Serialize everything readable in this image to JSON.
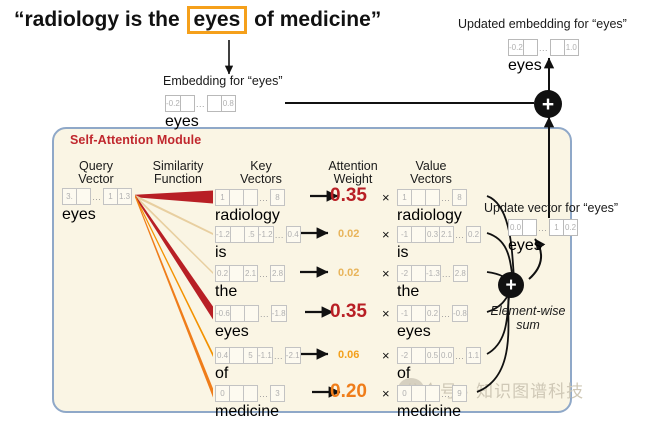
{
  "headline": {
    "prefix": "“radiology is the ",
    "highlight": "eyes",
    "suffix": " of medicine”",
    "highlight_color": "#f5a01b"
  },
  "labels": {
    "embedding_for_eyes": "Embedding for “eyes”",
    "updated_embedding_for_eyes": "Updated embedding for “eyes”",
    "update_vector_for_eyes": "Update vector for “eyes”",
    "element_wise_sum_line1": "Element-wise",
    "element_wise_sum_line2": "sum",
    "plus_glyph": "+"
  },
  "panel": {
    "title": "Self-Attention Module",
    "accent_color": "#c0272d",
    "background": "#faf5e4",
    "border_color": "#8fa8c8",
    "columns": [
      {
        "name": "query-vector",
        "line1": "Query",
        "line2": "Vector"
      },
      {
        "name": "similarity-function",
        "line1": "Similarity",
        "line2": "Function"
      },
      {
        "name": "key-vectors",
        "line1": "Key",
        "line2": "Vectors"
      },
      {
        "name": "attention-weight",
        "line1": "Attention",
        "line2": "Weight"
      },
      {
        "name": "value-vectors",
        "line1": "Value",
        "line2": "Vectors"
      }
    ]
  },
  "vectors": {
    "embedding_eyes": {
      "word": "eyes",
      "cells": [
        "-0.2",
        "",
        "",
        "0.8"
      ],
      "dots_after": 2
    },
    "updated_embedding_eyes": {
      "word": "eyes",
      "cells": [
        "-0.2",
        "",
        "",
        "1.0"
      ],
      "dots_after": 2
    },
    "update_vector_eyes": {
      "word": "eyes",
      "cells": [
        "0.0",
        "",
        "1",
        "0.2"
      ],
      "dots_after": 2
    },
    "query_eyes": {
      "word": "eyes",
      "cells": [
        "3.",
        "",
        "1",
        "1.3"
      ],
      "dots_after": 2
    }
  },
  "rows": [
    {
      "token": "radiology",
      "key_cells": [
        "1",
        "",
        "",
        "8"
      ],
      "value_cells": [
        "1",
        "",
        "",
        "8"
      ],
      "weight": "0.35",
      "weight_color": "#b81f25",
      "weight_size": "big",
      "beam_color": "#b81f25",
      "beam_width": 13
    },
    {
      "token": "is",
      "key_cells": [
        "-1.2",
        "",
        ".5",
        "-1.2",
        "0.4"
      ],
      "value_cells": [
        "-1",
        "",
        "0.3",
        "2.1",
        "0.2"
      ],
      "weight": "0.02",
      "weight_color": "#e8b45a",
      "weight_size": "small",
      "beam_color": "#e8cfa0",
      "beam_width": 2
    },
    {
      "token": "the",
      "key_cells": [
        "0.2",
        "",
        "2.1",
        "2.8"
      ],
      "value_cells": [
        "-2",
        "",
        "-1.3",
        "2.8"
      ],
      "weight": "0.02",
      "weight_color": "#e8b45a",
      "weight_size": "small",
      "beam_color": "#e8cfa0",
      "beam_width": 2
    },
    {
      "token": "eyes",
      "key_cells": [
        "-0.6",
        "",
        "",
        "-1.8"
      ],
      "value_cells": [
        "-1",
        "",
        "0.2",
        "-0.8"
      ],
      "weight": "0.35",
      "weight_color": "#b81f25",
      "weight_size": "big",
      "beam_color": "#b81f25",
      "beam_width": 13
    },
    {
      "token": "of",
      "key_cells": [
        "0.4",
        "",
        "5",
        "-1.1",
        "-2.1"
      ],
      "value_cells": [
        "-2",
        "",
        "0.5",
        "0.0",
        "1.1"
      ],
      "weight": "0.06",
      "weight_color": "#f3a01c",
      "weight_size": "small",
      "beam_color": "#f39200",
      "beam_width": 4
    },
    {
      "token": "medicine",
      "key_cells": [
        "0",
        "",
        "",
        "3"
      ],
      "value_cells": [
        "0",
        "",
        "",
        "9"
      ],
      "weight": "0.20",
      "weight_color": "#ef7d1a",
      "weight_size": "big",
      "beam_color": "#ef7d1a",
      "beam_width": 9
    }
  ],
  "multiply_symbol": "×",
  "watermark": "公众号 · 知识图谱科技"
}
